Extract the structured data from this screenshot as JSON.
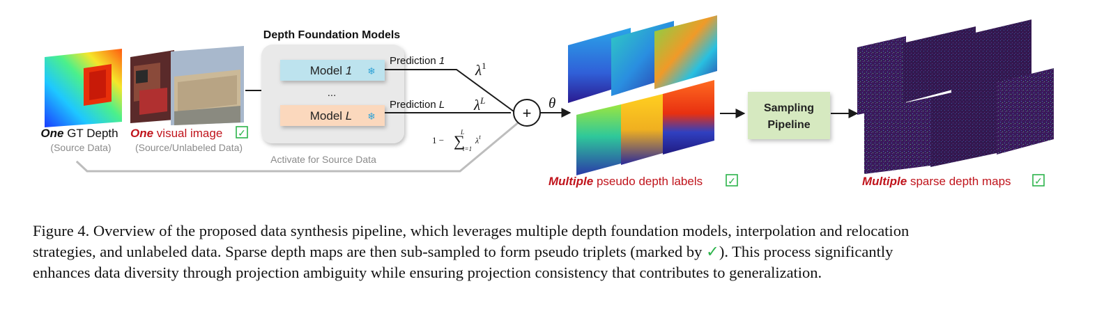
{
  "figure": {
    "title": "Depth Foundation Models",
    "model_1": {
      "prefix": "Model ",
      "index": "1"
    },
    "ellipsis": "...",
    "model_L": {
      "prefix": "Model ",
      "index": "L"
    },
    "prediction_1": {
      "prefix": "Prediction ",
      "index": "1"
    },
    "prediction_L": {
      "prefix": "Prediction ",
      "index": "L"
    },
    "lambda_1": {
      "base": "λ",
      "sup": "1"
    },
    "lambda_L": {
      "base": "λ",
      "sup": "L"
    },
    "sum_term": {
      "lead": "1 −",
      "sigma": "∑",
      "upper": "L",
      "lower": "t=1",
      "base": "λ",
      "sup": "t"
    },
    "plus": "+",
    "theta": "θ",
    "activate_label": "Activate for Source Data",
    "sampling": {
      "line1": "Sampling",
      "line2": "Pipeline"
    },
    "gt_label": {
      "emph": "One",
      "rest": " GT Depth",
      "sub": "(Source Data)"
    },
    "img_label": {
      "emph": "One",
      "rest": " visual image",
      "sub": "(Source/Unlabeled Data)"
    },
    "pseudo_label": {
      "emph": "Multiple",
      "rest": " pseudo depth labels"
    },
    "sparse_label": {
      "emph": "Multiple",
      "rest": " sparse depth maps"
    },
    "check_glyph": "✓",
    "snowflake_glyph": "❄"
  },
  "caption": {
    "line1": "Figure 4. Overview of the proposed data synthesis pipeline, which leverages multiple depth foundation models, interpolation and relocation",
    "line2a": "strategies, and unlabeled data. Sparse depth maps are then sub-sampled to form pseudo triplets (marked by ",
    "check": "✓",
    "line2b": "). This process significantly",
    "line3": "enhances data diversity through projection ambiguity while ensuring projection consistency that contributes to generalization."
  },
  "colors": {
    "emphasis_red": "#c0141c",
    "check_green": "#2bb34a",
    "model1_fill": "#bde3ee",
    "modelL_fill": "#fbd8bd",
    "sampling_fill": "#d6e9c0",
    "panel_fill": "#e9e9e9",
    "arrow": "#1a1a1a",
    "muted_gray": "#8a8a8a"
  }
}
